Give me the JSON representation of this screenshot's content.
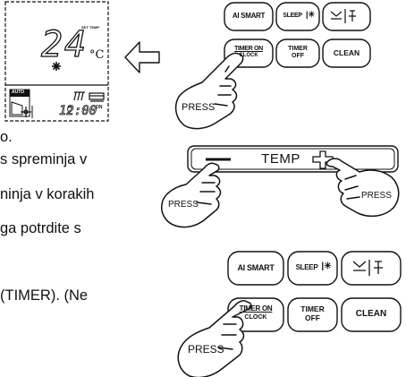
{
  "lcd": {
    "temp_digits": "24",
    "set_temp_label": "SET TEMP",
    "unit": "°C",
    "mode": "AUTO",
    "clock_digits": "12:00",
    "on_label": "ON"
  },
  "remote_top": {
    "ai_smart": "AI SMART",
    "sleep": "SLEEP",
    "timer_on_l1": "TIMER ON",
    "timer_on_l2": "CLOCK",
    "timer_off_l1": "TIMER",
    "timer_off_l2": "OFF",
    "clean": "CLEAN"
  },
  "temp_bar": {
    "minus": "—",
    "label": "TEMP",
    "plus": "+"
  },
  "remote_bottom": {
    "ai_smart": "AI SMART",
    "sleep": "SLEEP",
    "timer_on_l1": "TIMER ON",
    "timer_on_l2": "CLOCK",
    "timer_off_l1": "TIMER",
    "timer_off_l2": "OFF",
    "clean": "CLEAN"
  },
  "press_label": "PRESS",
  "body_text": {
    "line1": "o.",
    "line2": "s spreminja v",
    "line3": "ninja v korakih",
    "line4": "ga  potrdite  s",
    "line5": "(TIMER). (Ne"
  },
  "icons": {
    "arrow": "arrow-left-icon",
    "hand": "pointing-hand-icon",
    "snowflake": "snowflake-icon",
    "fan": "fan-icon"
  }
}
